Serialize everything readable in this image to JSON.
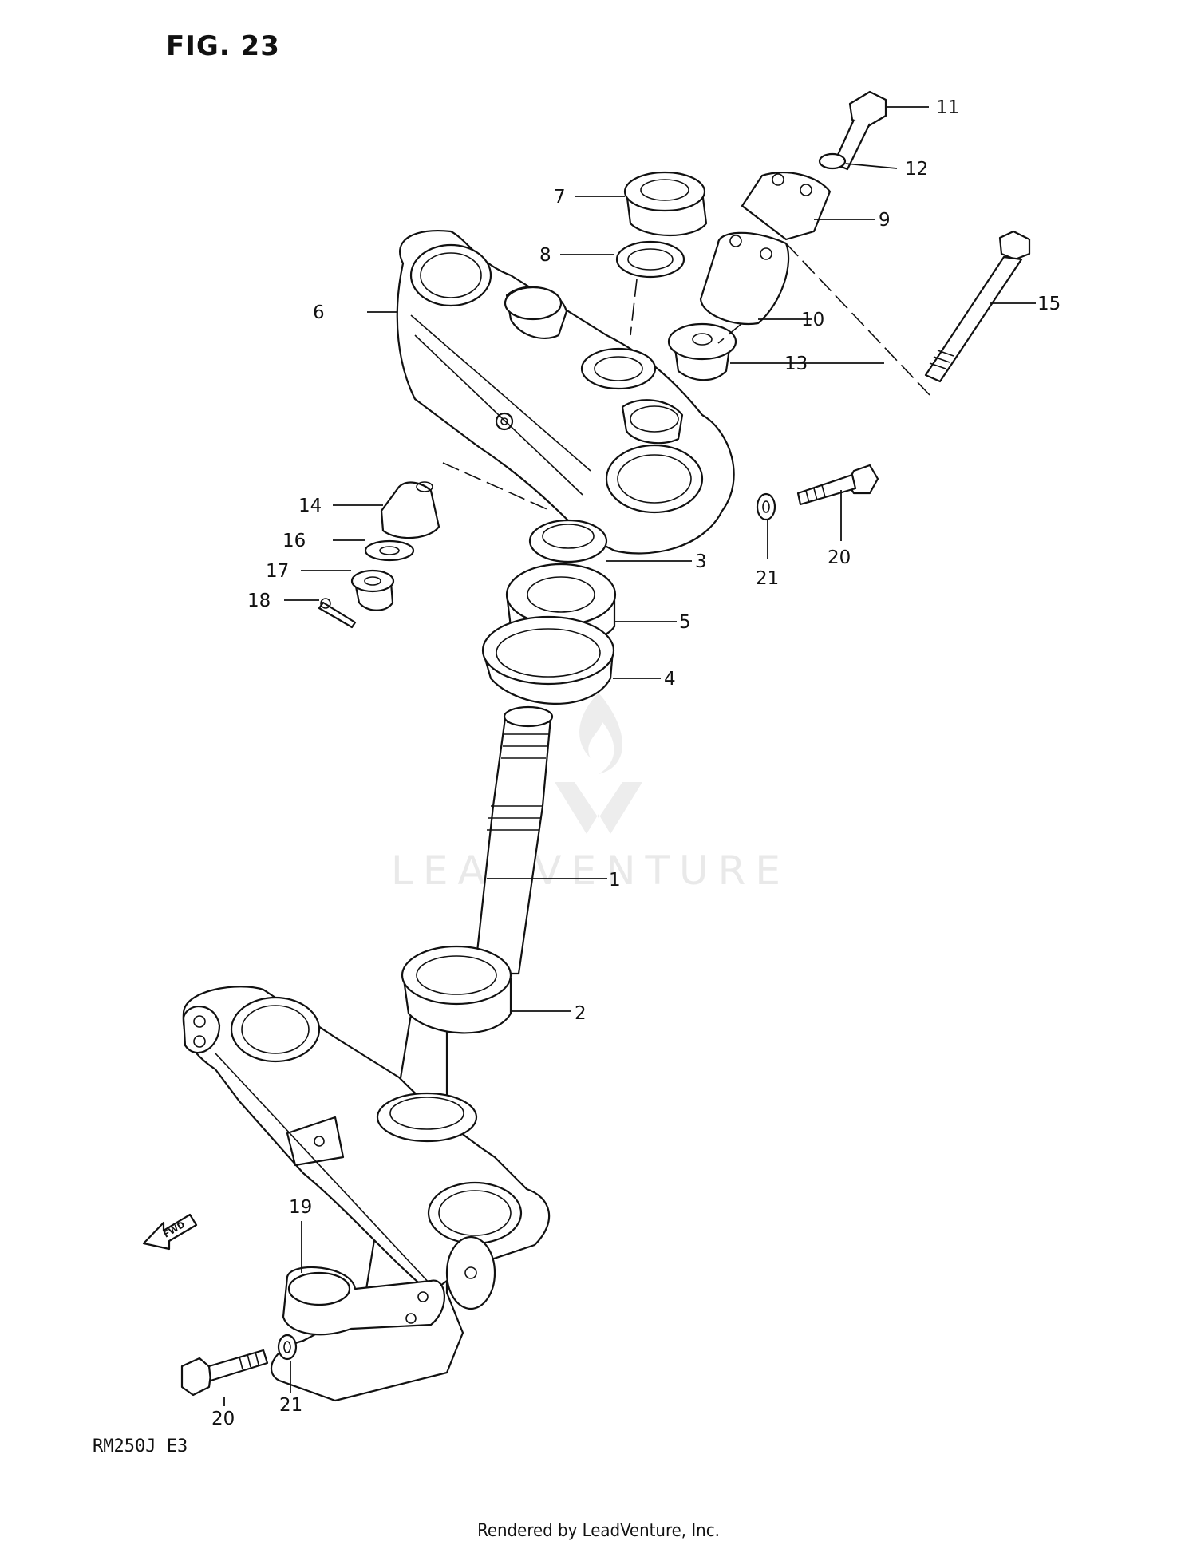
{
  "figure": {
    "title": "FIG. 23",
    "model": "RM250J  E3"
  },
  "watermark": {
    "text": "LEADVENTURE"
  },
  "fwd_arrow": {
    "label": "FWD"
  },
  "callouts": [
    "1",
    "2",
    "3",
    "4",
    "5",
    "6",
    "7",
    "8",
    "9",
    "10",
    "11",
    "12",
    "13",
    "14",
    "15",
    "16",
    "17",
    "18",
    "19",
    "20",
    "21",
    "20",
    "21"
  ],
  "footer": {
    "text": "Rendered by LeadVenture, Inc."
  }
}
